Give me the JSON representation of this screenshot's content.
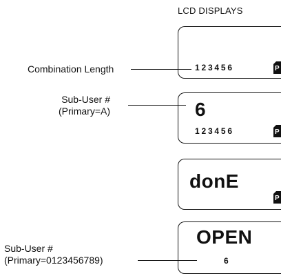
{
  "heading": "LCD DISPLAYS",
  "labels": {
    "combination_length": "Combination Length",
    "subuser_top_line1": "Sub-User #",
    "subuser_top_line2": "(Primary=A)",
    "subuser_bottom_line1": "Sub-User #",
    "subuser_bottom_line2": "(Primary=0123456789)"
  },
  "displays": [
    {
      "main": "",
      "digits": "123456",
      "icon": "P"
    },
    {
      "main": "6",
      "digits": "123456",
      "icon": "P"
    },
    {
      "main": "donE",
      "digits": "",
      "icon": "P"
    },
    {
      "main": "OPEN",
      "digits": "6",
      "icon": ""
    }
  ],
  "icon_names": [
    "battery-p-icon"
  ]
}
